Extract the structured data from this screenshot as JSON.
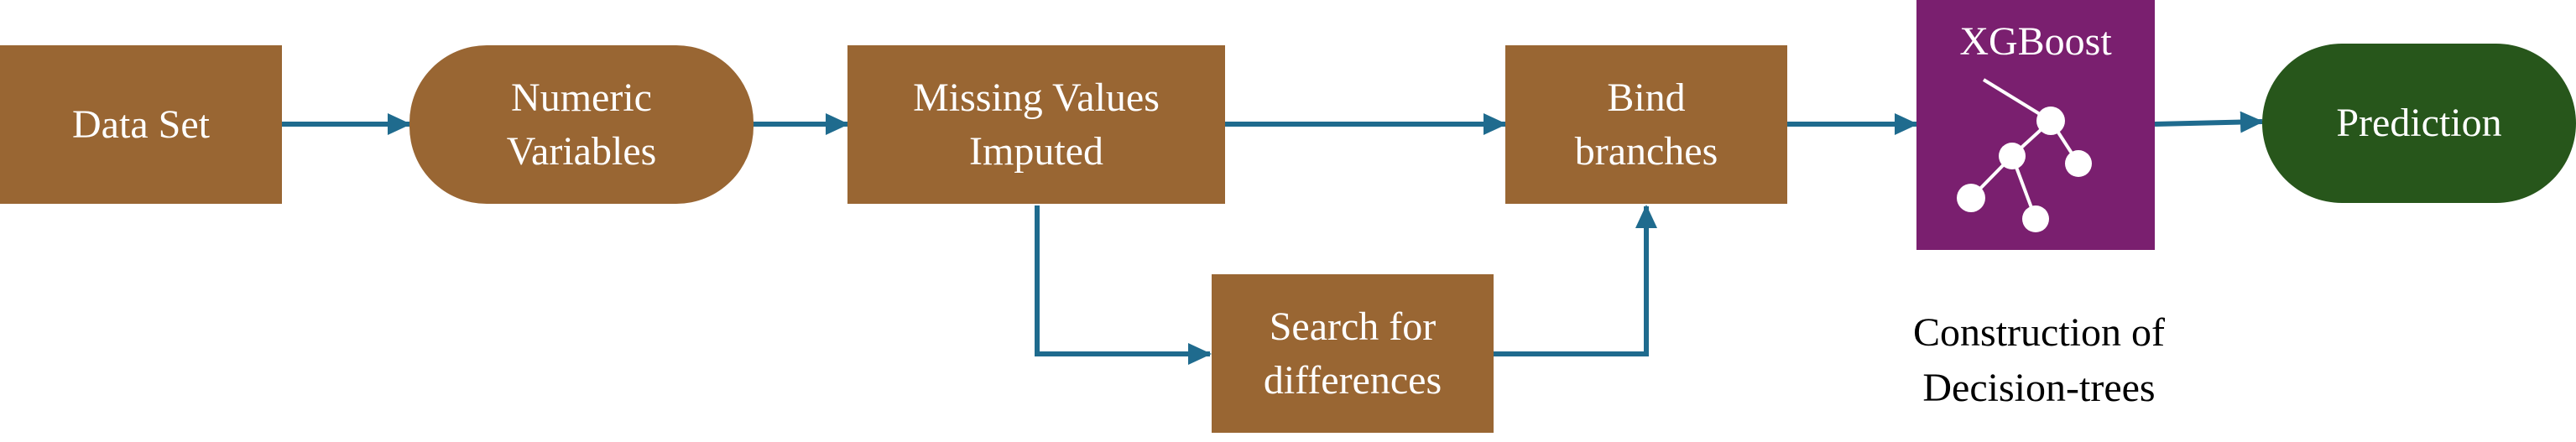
{
  "nodes": {
    "data_set": "Data Set",
    "numeric_variables": "Numeric\nVariables",
    "missing_values": "Missing Values\nImputed",
    "search_differences": "Search for\ndifferences",
    "bind_branches": "Bind\nbranches",
    "xgboost": "XGBoost",
    "prediction": "Prediction"
  },
  "caption": "Construction of\nDecision-trees",
  "icons": {
    "tree": "decision-tree-icon"
  },
  "colors": {
    "box_brown": "#996633",
    "xgboost_purple": "#7a1f6f",
    "prediction_green": "#27561b",
    "arrow_blue": "#1f6b8e"
  }
}
